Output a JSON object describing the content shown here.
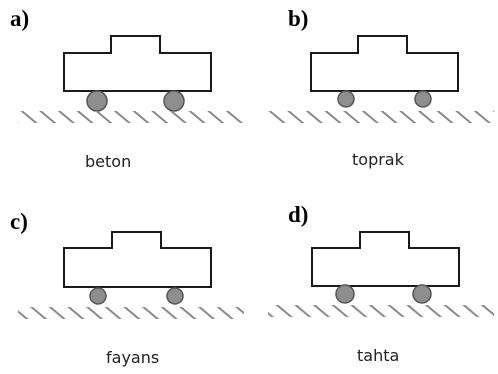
{
  "panels": [
    {
      "letter": "a)",
      "surface": "beton"
    },
    {
      "letter": "b)",
      "surface": "toprak"
    },
    {
      "letter": "c)",
      "surface": "fayans"
    },
    {
      "letter": "d)",
      "surface": "tahta"
    }
  ],
  "colors": {
    "outline": "#1a1a1a",
    "wheel_fill": "#8e8e8e",
    "wheel_stroke": "#555555",
    "ground_hatch": "#8a8a8a"
  }
}
